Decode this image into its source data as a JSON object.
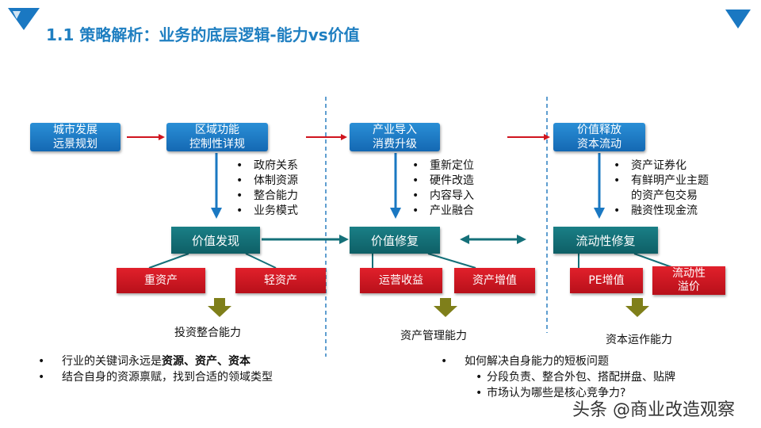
{
  "title": "1.1 策略解析：业务的底层逻辑-能力vs价值",
  "colors": {
    "title": "#1f7fc1",
    "blue": "#1a78c2",
    "teal": "#147079",
    "red": "#d0141e",
    "olive": "#7f7f1a",
    "arrow_red": "#d0141e",
    "divider": "#2a7fc0"
  },
  "columns": [
    {
      "top_boxes": [
        "城市发展\n远景规划",
        "区域功能\n控制性详规"
      ],
      "bullets": [
        "政府关系",
        "体制资源",
        "整合能力",
        "业务模式"
      ],
      "value_box": "价值发现",
      "red_boxes": [
        "重资产",
        "轻资产"
      ],
      "capability": "投资整合能力"
    },
    {
      "top_boxes": [
        "产业导入\n消费升级"
      ],
      "bullets": [
        "重新定位",
        "硬件改造",
        "内容导入",
        "产业融合"
      ],
      "value_box": "价值修复",
      "red_boxes": [
        "运营收益",
        "资产增值"
      ],
      "capability": "资产管理能力"
    },
    {
      "top_boxes": [
        "价值释放\n资本流动"
      ],
      "bullets": [
        "资产证券化",
        "有鲜明产业主题",
        "的资产包交易",
        "融资性现金流"
      ],
      "value_box": "流动性修复",
      "red_boxes": [
        "PE增值",
        "流动性\n溢价"
      ],
      "capability": "资本运作能力"
    }
  ],
  "bottom_left": {
    "line1_prefix": "行业的关键词永远是",
    "line1_bold": "资源、资产、资本",
    "line2": "结合自身的资源禀赋，找到合适的领域类型"
  },
  "bottom_right": {
    "main": "如何解决自身能力的短板问题",
    "subs": [
      "分段负责、整合外包、搭配拼盘、贴牌",
      "市场认为哪些是核心竞争力?"
    ]
  },
  "watermark": "头条 @商业改造观察"
}
